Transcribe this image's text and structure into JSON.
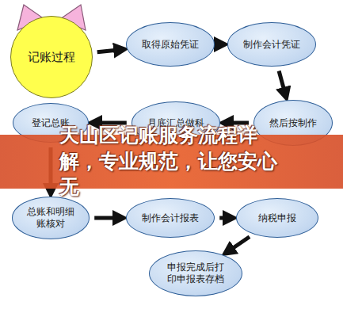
{
  "diagram": {
    "title": "天山区记账服务流程详解，专业规范，让您安心无",
    "nodes": [
      {
        "text": [
          "记账过程"
        ]
      },
      {
        "text": [
          "取得原始凭证"
        ]
      },
      {
        "text": [
          "制作会计凭证"
        ]
      },
      {
        "text": [
          "然后按制作"
        ]
      },
      {
        "text": [
          "月底汇总做科"
        ]
      },
      {
        "text": [
          "登记总账"
        ]
      },
      {
        "text": [
          "总账和明细账核对"
        ]
      },
      {
        "text": [
          "制作会计报表"
        ]
      },
      {
        "text": [
          "纳税申报"
        ]
      },
      {
        "text": [
          "申报完成后打印申报表存档"
        ]
      }
    ],
    "edges": [
      {
        "from": 0,
        "to": 1,
        "arrow": "to"
      },
      {
        "from": 1,
        "to": 2,
        "arrow": "to"
      },
      {
        "from": 2,
        "to": 3,
        "arrow": "to"
      },
      {
        "from": 3,
        "to": 4,
        "arrow": "to"
      },
      {
        "from": 4,
        "to": 5,
        "arrow": "to"
      },
      {
        "from": 5,
        "to": 6,
        "arrow": "to"
      },
      {
        "from": 6,
        "to": 7,
        "arrow": "to"
      },
      {
        "from": 7,
        "to": 8,
        "arrow": "to"
      },
      {
        "from": 8,
        "to": 9,
        "arrow": "to"
      }
    ]
  }
}
